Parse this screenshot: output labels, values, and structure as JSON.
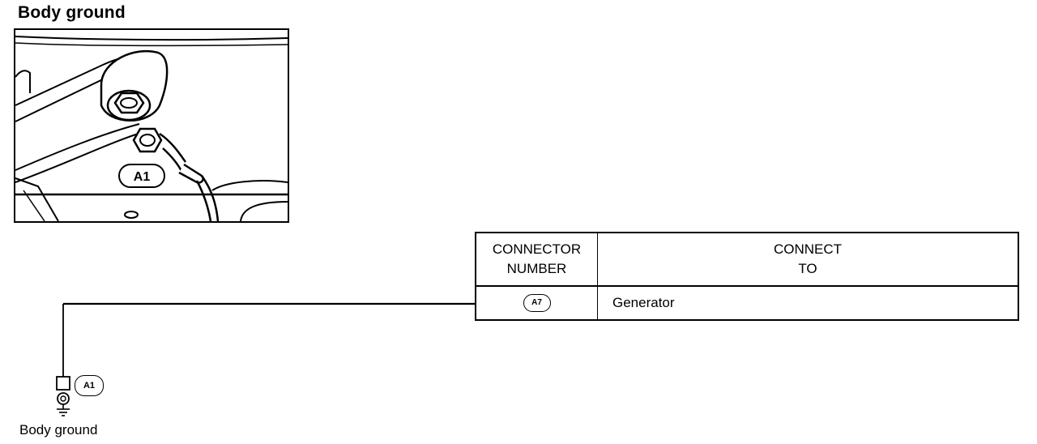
{
  "title": "Body ground",
  "photo": {
    "callout": "A1"
  },
  "table": {
    "headers": [
      "CONNECTOR\nNUMBER",
      "CONNECT\nTO"
    ],
    "rows": [
      {
        "connector": "A7",
        "connect_to": "Generator"
      }
    ]
  },
  "ground": {
    "connector": "A1",
    "label": "Body ground"
  }
}
